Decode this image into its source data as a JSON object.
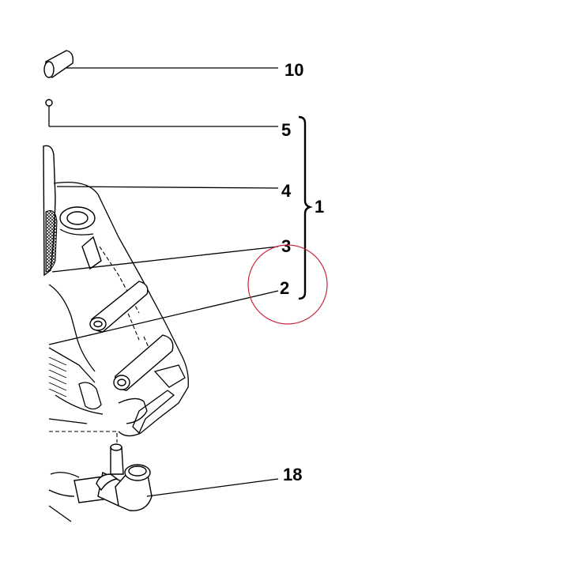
{
  "callouts": {
    "part_10": "10",
    "part_5": "5",
    "part_4": "4",
    "part_3": "3",
    "part_2": "2",
    "part_18": "18",
    "assembly_1": "1"
  },
  "highlight": {
    "shape": "circle",
    "color": "#c8283c",
    "encloses": "2"
  },
  "colors": {
    "line_art": "#000000",
    "background": "#ffffff"
  }
}
